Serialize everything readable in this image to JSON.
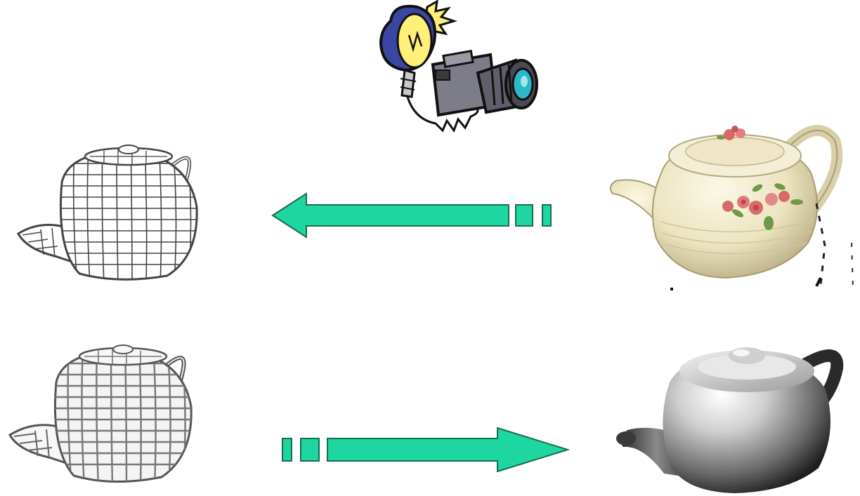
{
  "icons": {
    "camera": "camera-flash-icon",
    "wireframe_top": "wireframe-teapot-icon",
    "wireframe_bottom": "wireframe-teapot-icon",
    "photo_teapot": "porcelain-teapot-photo",
    "rendered_teapot": "rendered-teapot-icon"
  },
  "colors": {
    "arrow_fill": "#1ed6a0",
    "arrow_stroke": "#1a6b52",
    "wire_stroke": "#444444",
    "porcelain": "#efe9c8",
    "rose": "#d96a6a",
    "leaf": "#6f9a45",
    "camera_body": "#7d7d8a",
    "bulb": "#fff07a",
    "lamp_shade": "#3b46a3"
  },
  "arrows": {
    "top": {
      "direction": "left",
      "meaning": "photo-to-model"
    },
    "bottom": {
      "direction": "right",
      "meaning": "model-to-render"
    }
  }
}
